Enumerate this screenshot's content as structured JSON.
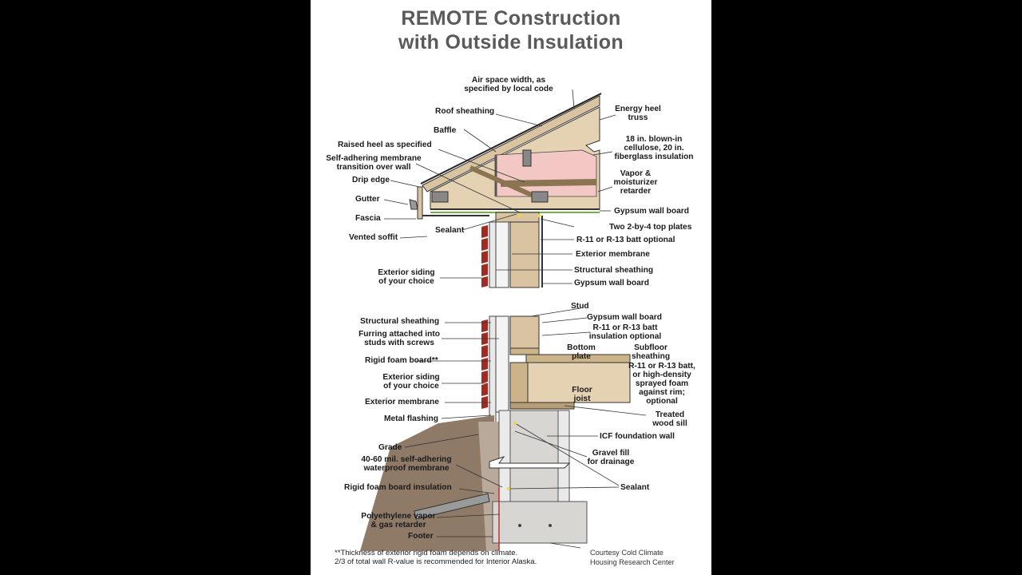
{
  "title_line1": "REMOTE Construction",
  "title_line2": "with Outside Insulation",
  "colors": {
    "wood": "#d9c3a0",
    "insulation": "#f3c7c3",
    "concrete": "#d8d6d2",
    "soil": "#8f7a68",
    "siding": "#a22a22",
    "background": "#000000",
    "sheet": "#ffffff"
  },
  "labels": {
    "air_space_1": "Air space width, as",
    "air_space_2": "specified by local code",
    "roof_sheathing": "Roof sheathing",
    "energy_heel_1": "Energy heel",
    "energy_heel_2": "truss",
    "baffle": "Baffle",
    "blown_in_1": "18 in. blown-in",
    "blown_in_2": "cellulose, 20 in.",
    "blown_in_3": "fiberglass insulation",
    "raised_heel": "Raised heel as specified",
    "self_adh_1": "Self-adhering membrane",
    "self_adh_2": "transition over wall",
    "vapor_1": "Vapor &",
    "vapor_2": "moisturizer",
    "vapor_3": "retarder",
    "drip_edge": "Drip edge",
    "gutter": "Gutter",
    "gypsum_top": "Gypsum wall board",
    "fascia": "Fascia",
    "sealant_top": "Sealant",
    "top_plates": "Two 2-by-4 top plates",
    "vented_soffit": "Vented soffit",
    "r11_top": "R-11 or R-13 batt optional",
    "ext_membrane_top": "Exterior membrane",
    "struct_sheathing_top": "Structural sheathing",
    "ext_siding_top_1": "Exterior siding",
    "ext_siding_top_2": "of your choice",
    "gypsum_top2": "Gypsum wall board",
    "stud": "Stud",
    "struct_sheathing_low": "Structural sheathing",
    "gypsum_low": "Gypsum wall board",
    "r11_low_1": "R-11 or R-13 batt",
    "r11_low_2": "insulation optional",
    "furring_1": "Furring attached into",
    "furring_2": "studs with screws",
    "bottom_plate_1": "Bottom",
    "bottom_plate_2": "plate",
    "subfloor_1": "Subfloor",
    "subfloor_2": "sheathing",
    "rigid_foam": "Rigid foam board**",
    "r11_rim_1": "R-11 or R-13 batt,",
    "r11_rim_2": "or high-density",
    "r11_rim_3": "sprayed foam",
    "r11_rim_4": "against rim;",
    "r11_rim_5": "optional",
    "ext_siding_low_1": "Exterior siding",
    "ext_siding_low_2": "of your choice",
    "floor_joist_1": "Floor",
    "floor_joist_2": "joist",
    "ext_membrane_low": "Exterior membrane",
    "metal_flashing": "Metal flashing",
    "treated_sill_1": "Treated",
    "treated_sill_2": "wood sill",
    "grade": "Grade",
    "icf": "ICF foundation wall",
    "waterproof_1": "40-60 mil. self-adhering",
    "waterproof_2": "waterproof membrane",
    "gravel_1": "Gravel fill",
    "gravel_2": "for drainage",
    "rigid_foam_ins": "Rigid foam board insulation",
    "sealant_low": "Sealant",
    "poly_1": "Polyethylene vapor",
    "poly_2": "& gas retarder",
    "footer": "Footer"
  },
  "footnote_1": "**Thickness of exterior rigid foam depends on climate.",
  "footnote_2": "2/3 of total wall R-value is recommended for Interior Alaska.",
  "credit_1": "Courtesy Cold Climate",
  "credit_2": "Housing Research Center"
}
